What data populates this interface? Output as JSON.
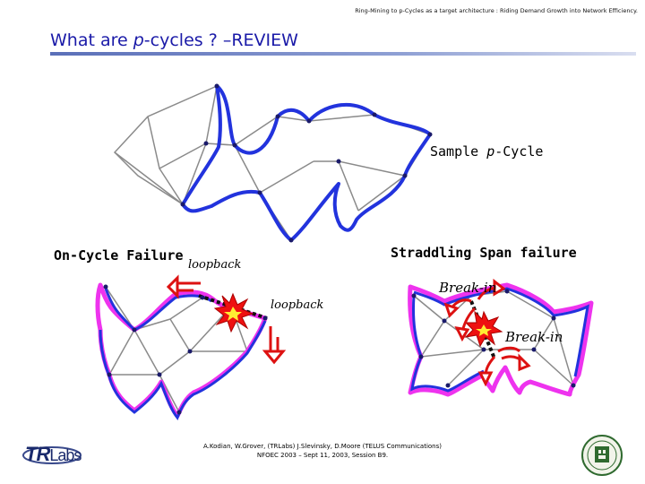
{
  "header": {
    "running_title": "Ring-Mining to p-Cycles as a target architecture : Riding Demand Growth into Network Efficiency."
  },
  "slide": {
    "title_prefix": "What are ",
    "title_italic": "p",
    "title_suffix": "-cycles ? –REVIEW"
  },
  "labels": {
    "sample_prefix": "Sample ",
    "sample_italic": "p",
    "sample_suffix": "-Cycle",
    "on_cycle_failure": "On-Cycle Failure",
    "straddling_failure": "Straddling Span failure",
    "loopback_1": "loopback",
    "loopback_2": "loopback",
    "break_in_1": "Break-in",
    "break_in_2": "Break-in"
  },
  "footer": {
    "line1": "A.Kodian, W.Grover, (TRLabs) J.Slevinsky, D.Moore (TELUS Communications)",
    "line2": "NFOEC 2003 – Sept 11, 2003, Session B9."
  },
  "logo": {
    "left": {
      "brand": "TR",
      "suffix": "Labs"
    },
    "right_icon": "university-crest-icon"
  },
  "colors": {
    "title": "#1a1aa8",
    "p_cycle": "#2233dd",
    "protection": "#ee33ee",
    "span": "#888888",
    "failure": "#dd1111"
  },
  "icons": [
    "explosion-icon",
    "loopback-arrow-icon",
    "break-in-arrow-icon"
  ]
}
